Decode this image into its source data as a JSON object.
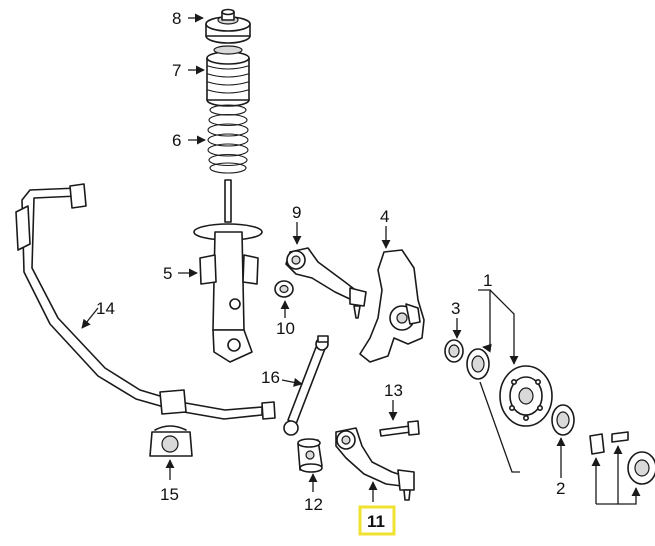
{
  "callouts": [
    {
      "id": "1",
      "label": "1"
    },
    {
      "id": "2",
      "label": "2"
    },
    {
      "id": "3",
      "label": "3"
    },
    {
      "id": "4",
      "label": "4"
    },
    {
      "id": "5",
      "label": "5"
    },
    {
      "id": "6",
      "label": "6"
    },
    {
      "id": "7",
      "label": "7"
    },
    {
      "id": "8",
      "label": "8"
    },
    {
      "id": "9",
      "label": "9"
    },
    {
      "id": "10",
      "label": "10"
    },
    {
      "id": "11",
      "label": "11",
      "highlighted": true
    },
    {
      "id": "12",
      "label": "12"
    },
    {
      "id": "13",
      "label": "13"
    },
    {
      "id": "14",
      "label": "14"
    },
    {
      "id": "15",
      "label": "15"
    },
    {
      "id": "16",
      "label": "16"
    }
  ],
  "highlight_color": "#f2e230"
}
